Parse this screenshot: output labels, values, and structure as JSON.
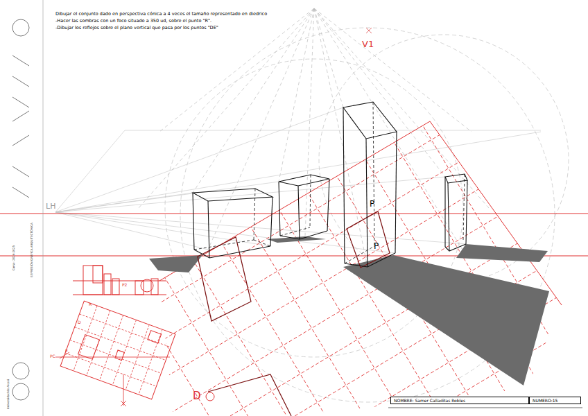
{
  "diagram": {
    "nodes": [
      {
        "text": [
          "NOMBRE: Samer Calladitas Robles"
        ]
      },
      {
        "text": [
          "NUMERO:15"
        ]
      }
    ],
    "labels": [
      "Dibujar el conjunto dado en perspectiva cónica a 4 veces el tamaño representado en diedrico",
      "-Hacer las sombras con un foco situado a 350 ud, sobre el punto \"R\".",
      "-Dibujar los reflejos sobre el plano vertical que pasa por los puntos \"DE\"",
      "V1",
      "LH",
      "P",
      "P",
      "D",
      "R",
      "D",
      "E",
      "PC",
      "P2",
      "Universidad de Alcalá",
      "EXPRESIÓN GRÁFICA ARQUITECTÓNICA",
      "Curso: 2024-2025"
    ]
  }
}
